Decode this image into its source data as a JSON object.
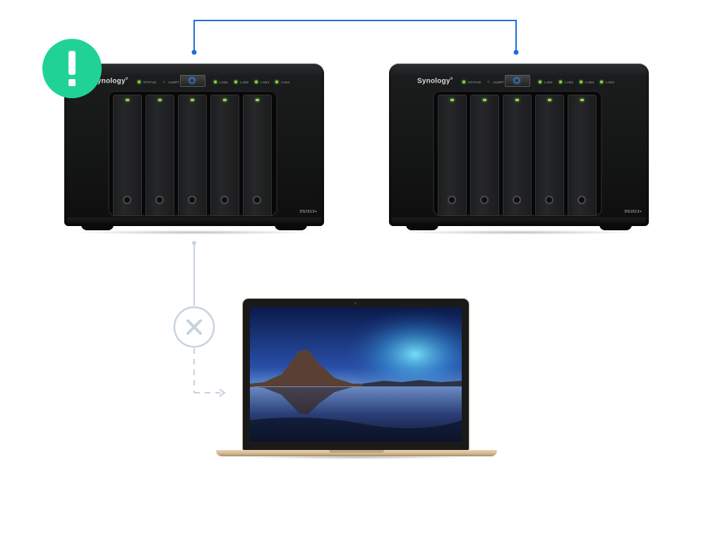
{
  "colors": {
    "link": "#1f6fd6",
    "broken_link": "#c8d2de",
    "alert": "#21d296",
    "led": "#7ddc3a",
    "power_led": "#3d8bff"
  },
  "icons": {
    "alert": "exclamation-icon",
    "failed_connection": "x-circle-icon",
    "redirect": "arrow-right-icon"
  },
  "devices": {
    "nas": [
      {
        "id": "primary",
        "brand": "Synology",
        "model": "DS1513+",
        "status": "alert",
        "panel": {
          "status_label": "STATUS",
          "alert_label": "ALERT",
          "lan_labels": [
            "LAN1",
            "LAN2",
            "LAN3",
            "LAN4"
          ]
        },
        "bays": 5
      },
      {
        "id": "secondary",
        "brand": "Synology",
        "model": "DS1513+",
        "status": "active",
        "panel": {
          "status_label": "STATUS",
          "alert_label": "ALERT",
          "lan_labels": [
            "LAN1",
            "LAN2",
            "LAN3",
            "LAN4"
          ]
        },
        "bays": 5
      }
    ],
    "client": {
      "type": "laptop"
    }
  },
  "connections": [
    {
      "from": "primary",
      "to": "secondary",
      "style": "solid"
    },
    {
      "from": "primary",
      "to": "client",
      "style": "broken"
    }
  ]
}
